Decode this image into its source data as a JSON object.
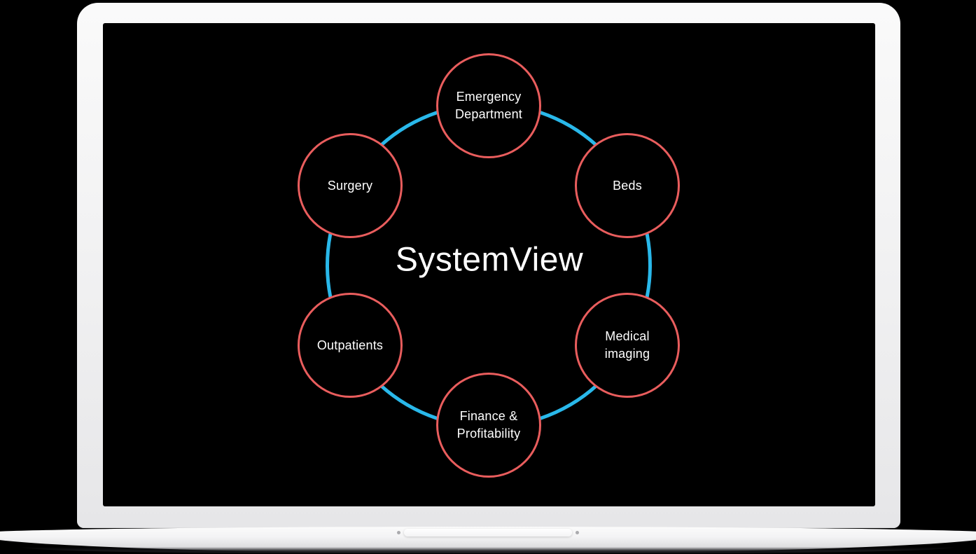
{
  "colors": {
    "screen-bg": "#000000",
    "ring-blue": "#29b8ea",
    "node-red": "#e95d5d",
    "text-white": "#ffffff"
  },
  "diagram": {
    "title": "SystemView",
    "nodes": [
      {
        "id": "emergency-department",
        "label": "Emergency Department"
      },
      {
        "id": "beds",
        "label": "Beds"
      },
      {
        "id": "medical-imaging",
        "label": "Medical imaging"
      },
      {
        "id": "finance-profitability",
        "label": "Finance & Profitability"
      },
      {
        "id": "outpatients",
        "label": "Outpatients"
      },
      {
        "id": "surgery",
        "label": "Surgery"
      }
    ]
  }
}
